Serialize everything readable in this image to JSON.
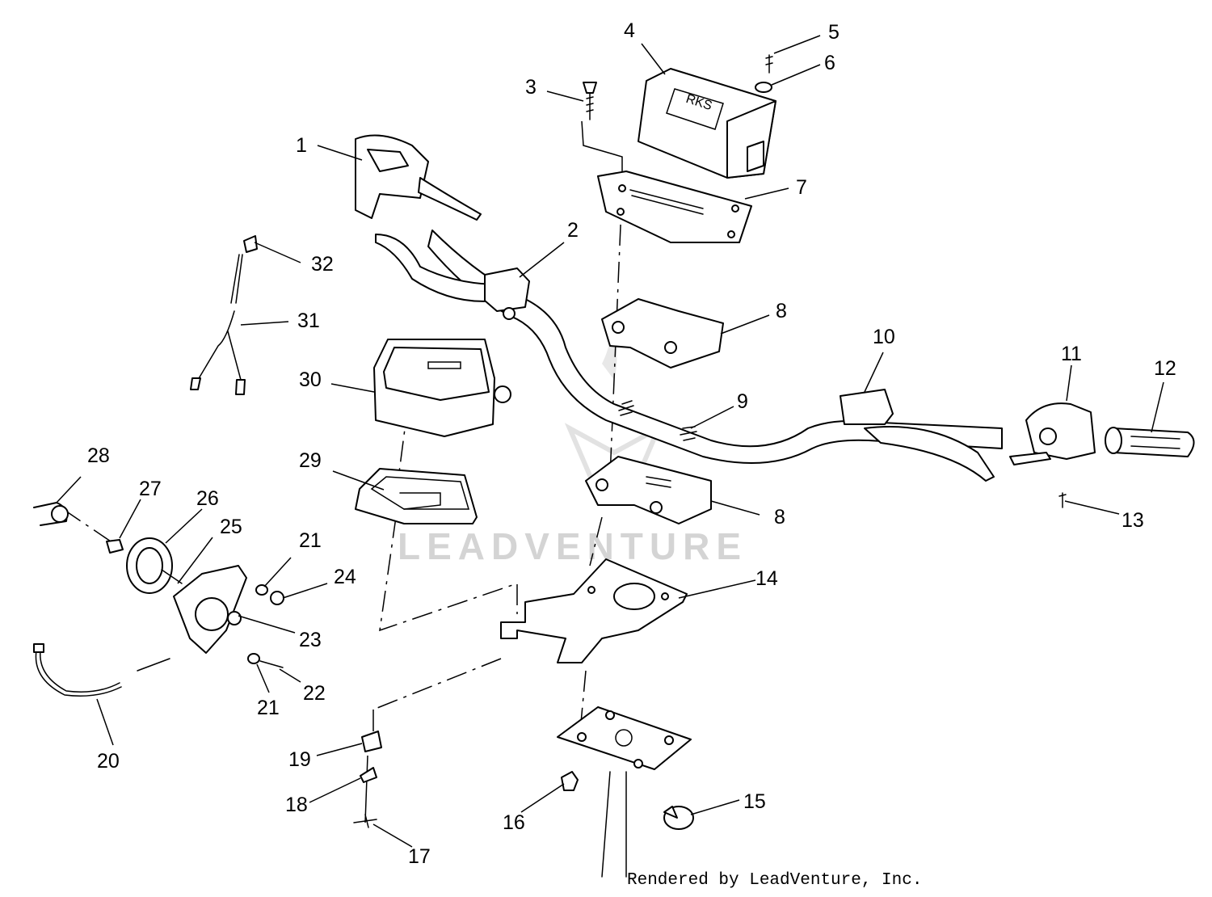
{
  "diagram": {
    "watermark": "LEADVENTURE",
    "credit": "Rendered by LeadVenture, Inc.",
    "cover_emboss": "RKS",
    "callouts": [
      "1",
      "2",
      "3",
      "4",
      "5",
      "6",
      "7",
      "8",
      "8",
      "9",
      "10",
      "11",
      "12",
      "13",
      "14",
      "15",
      "16",
      "17",
      "18",
      "19",
      "20",
      "21",
      "21",
      "22",
      "23",
      "24",
      "25",
      "26",
      "27",
      "28",
      "29",
      "30",
      "31",
      "32"
    ]
  }
}
